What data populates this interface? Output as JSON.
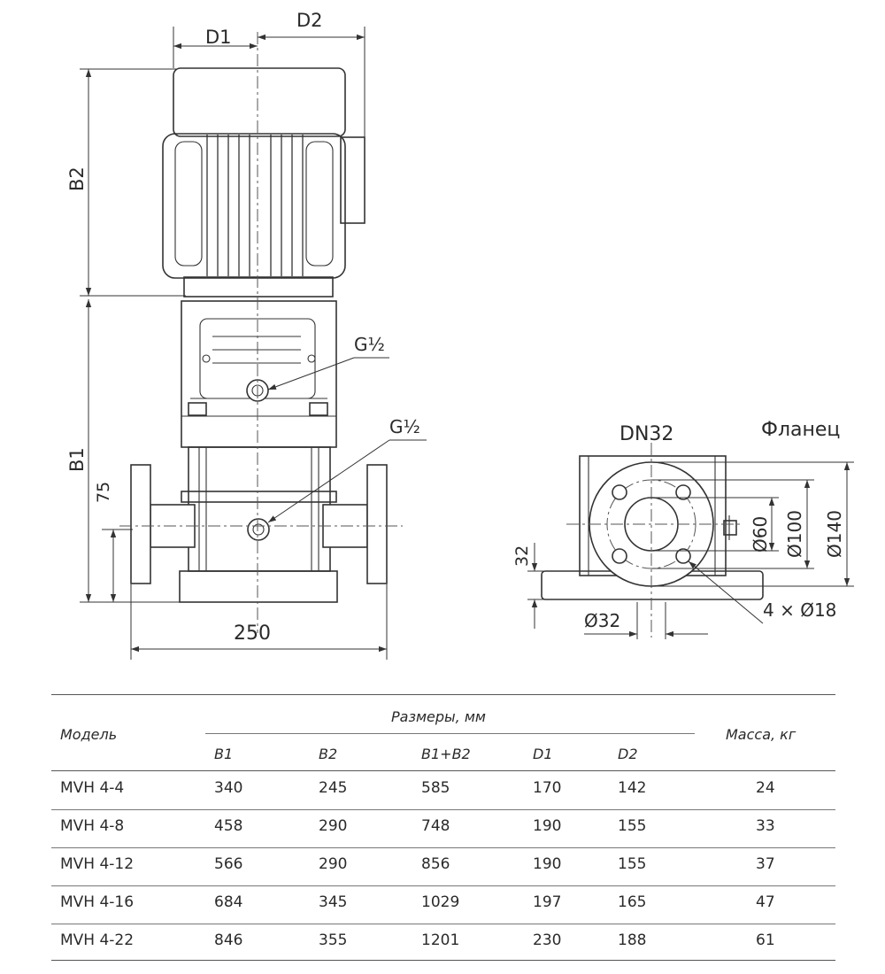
{
  "drawing": {
    "front_labels": {
      "d1": "D1",
      "d2": "D2",
      "b2": "B2",
      "b1": "B1",
      "h75": "75",
      "g_half_top": "G½",
      "g_half_mid": "G½",
      "width": "250"
    },
    "flange_labels": {
      "dn": "DN32",
      "title": "Фланец",
      "d60": "Ø60",
      "d100": "Ø100",
      "d140": "Ø140",
      "h32": "32",
      "d32": "Ø32",
      "holes": "4 × Ø18"
    }
  },
  "table": {
    "col_model": "Модель",
    "group_header": "Размеры, мм",
    "columns": [
      "B1",
      "B2",
      "B1+B2",
      "D1",
      "D2"
    ],
    "col_mass": "Масса, кг",
    "rows": [
      {
        "model": "MVH 4-4",
        "b1": "340",
        "b2": "245",
        "b1b2": "585",
        "d1": "170",
        "d2": "142",
        "mass": "24"
      },
      {
        "model": "MVH 4-8",
        "b1": "458",
        "b2": "290",
        "b1b2": "748",
        "d1": "190",
        "d2": "155",
        "mass": "33"
      },
      {
        "model": "MVH 4-12",
        "b1": "566",
        "b2": "290",
        "b1b2": "856",
        "d1": "190",
        "d2": "155",
        "mass": "37"
      },
      {
        "model": "MVH 4-16",
        "b1": "684",
        "b2": "345",
        "b1b2": "1029",
        "d1": "197",
        "d2": "165",
        "mass": "47"
      },
      {
        "model": "MVH 4-22",
        "b1": "846",
        "b2": "355",
        "b1b2": "1201",
        "d1": "230",
        "d2": "188",
        "mass": "61"
      }
    ]
  }
}
